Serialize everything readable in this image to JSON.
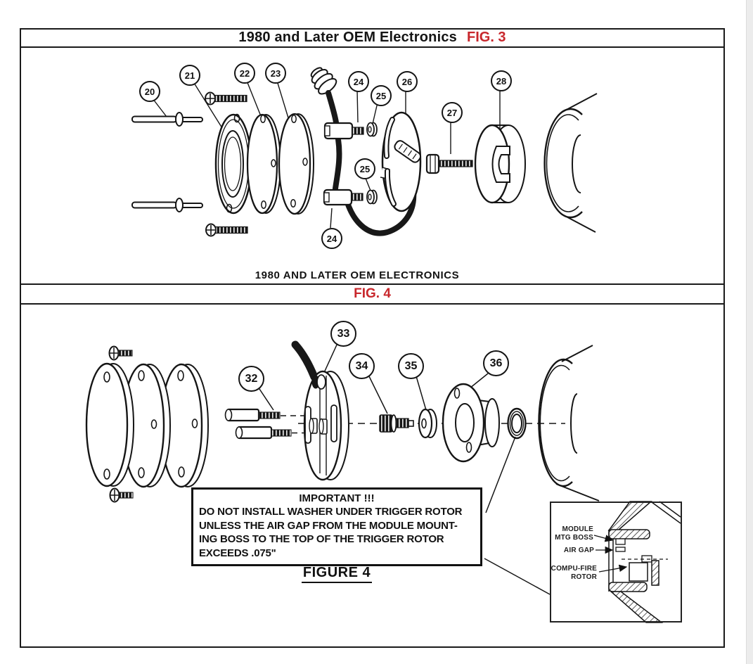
{
  "page": {
    "title": "1980 and Later OEM Electronics",
    "fig3_tag": "FIG. 3",
    "fig3_caption": "1980 AND LATER OEM ELECTRONICS",
    "fig4_tag": "FIG. 4",
    "figure4_caption": "FIGURE 4"
  },
  "colors": {
    "accent_red": "#c8272c",
    "ink": "#151515"
  },
  "fig3": {
    "description": "Exploded view: studs, screws, gasket, plates, wiring with connectors and washers, retainer, bolt, rotor cup, cone cover",
    "callouts": [
      "20",
      "21",
      "22",
      "23",
      "24",
      "25",
      "26",
      "27",
      "28",
      "25",
      "24"
    ]
  },
  "fig4": {
    "description": "Exploded view: spacer plates, screws, standoffs, module plate with wire, adjuster, washer, trigger rotor, o-ring, cone cover",
    "callouts": [
      "32",
      "33",
      "34",
      "35",
      "36"
    ]
  },
  "important": {
    "heading": "IMPORTANT !!!",
    "lines": [
      "DO NOT INSTALL WASHER UNDER TRIGGER ROTOR",
      "UNLESS THE AIR GAP FROM THE MODULE MOUNT-",
      "ING BOSS TO THE TOP OF THE TRIGGER ROTOR",
      "EXCEEDS .075\""
    ]
  },
  "inset": {
    "labels": [
      {
        "line1": "MODULE",
        "line2": "MTG BOSS"
      },
      {
        "line1": "AIR GAP",
        "line2": ""
      },
      {
        "line1": "COMPU-FIRE",
        "line2": "ROTOR"
      }
    ]
  }
}
